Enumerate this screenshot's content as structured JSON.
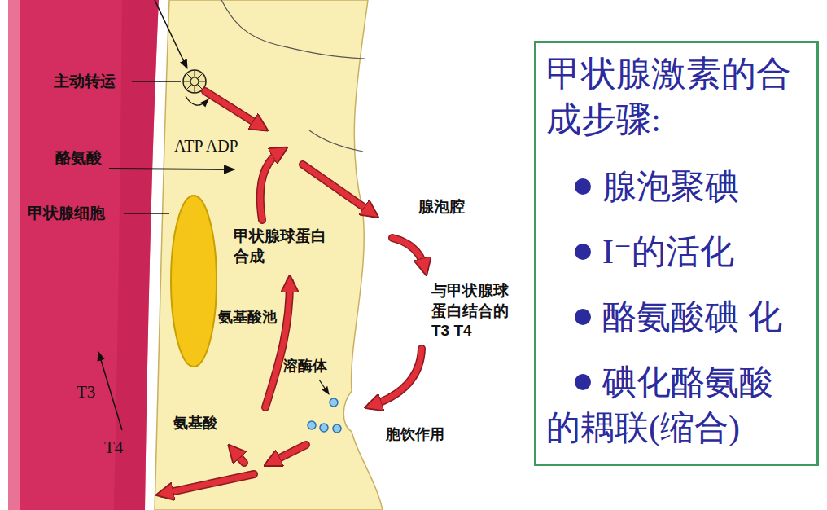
{
  "diagram": {
    "nodes": [
      {
        "text": [
          "甲状腺激素的合成步骤:",
          "腺泡聚碘",
          "I⁻的活化",
          "酪氨酸碘 化",
          "碘化酪氨酸的耦联(缩合)"
        ]
      }
    ],
    "labels": [
      "主动转运",
      "ATP ADP",
      "酪氨酸",
      "甲状腺细胞",
      "甲状腺球蛋白合成",
      "氨基酸池",
      "溶酶体",
      "氨基酸",
      "T3",
      "T4",
      "腺泡腔",
      "与甲状腺球蛋白结合的 T3 T4",
      "胞饮作用"
    ]
  }
}
